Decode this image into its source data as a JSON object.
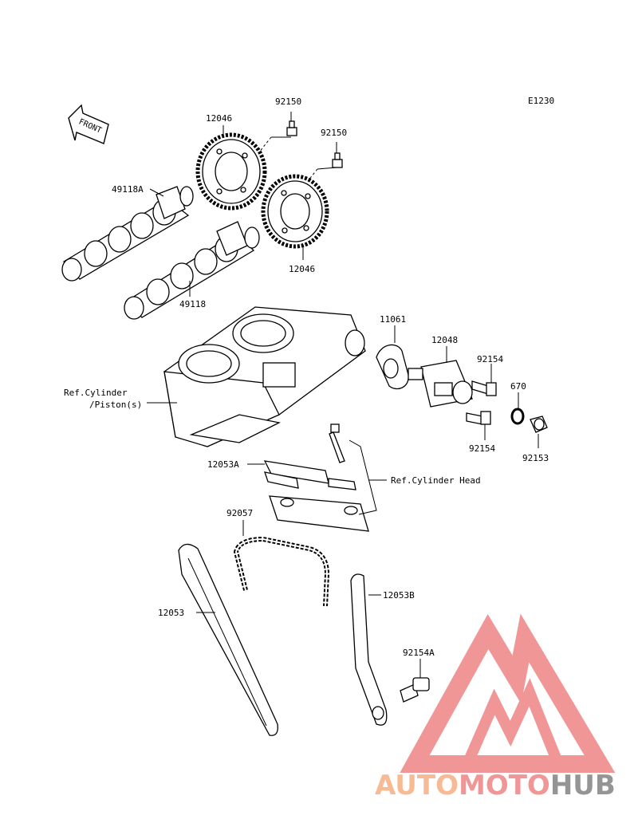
{
  "diagram_code": "E1230",
  "front_label": "FRONT",
  "labels": {
    "p92150_a": "92150",
    "p92150_b": "92150",
    "p12046_a": "12046",
    "p12046_b": "12046",
    "p49118A": "49118A",
    "p49118": "49118",
    "p11061": "11061",
    "p12048": "12048",
    "p92154_a": "92154",
    "p92154_b": "92154",
    "p670": "670",
    "p92153": "92153",
    "ref_cylinder_1": "Ref.Cylinder",
    "ref_cylinder_2": "/Piston(s)",
    "p12053A": "12053A",
    "ref_cylinder_head": "Ref.Cylinder Head",
    "p92057": "92057",
    "p12053": "12053",
    "p12053B": "12053B",
    "p92154A": "92154A"
  },
  "watermark": {
    "part1": "AUTO",
    "part2": "MOTO",
    "part3": "HUB",
    "colors": {
      "orange": "#f6b48a",
      "red": "#f08b8b",
      "gray": "#8a8a8a"
    }
  }
}
